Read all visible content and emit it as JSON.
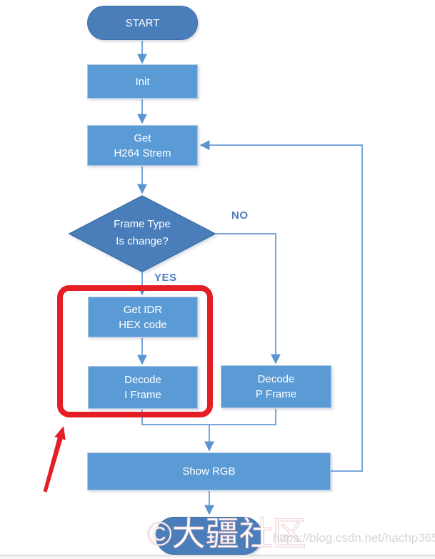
{
  "diagram": {
    "nodes": {
      "start": {
        "type": "terminator",
        "label": "START"
      },
      "init": {
        "type": "process",
        "label": "Init"
      },
      "get_stream": {
        "type": "process",
        "label": "Get\nH264 Strem"
      },
      "frame_type": {
        "type": "decision",
        "label": "Frame Type\nIs change?"
      },
      "get_idr": {
        "type": "process",
        "label": "Get IDR\nHEX code"
      },
      "decode_i": {
        "type": "process",
        "label": "Decode\nI Frame"
      },
      "decode_p": {
        "type": "process",
        "label": "Decode\nP Frame"
      },
      "show_rgb": {
        "type": "process",
        "label": "Show RGB"
      },
      "end": {
        "type": "terminator",
        "label": ""
      }
    },
    "edge_labels": {
      "yes": "YES",
      "no": "NO"
    },
    "colors": {
      "terminator_fill": "#4A7EBB",
      "process_fill": "#5B9BD5",
      "connector": "#78A6DA",
      "arrowhead": "#5B94D0",
      "edge_label_blue": "#4B7EC0",
      "annotation_red": "#E51E25"
    }
  },
  "watermark": {
    "logo_text": "©大疆社区",
    "url_text": "https://blog.csdn.net/hachp365"
  }
}
